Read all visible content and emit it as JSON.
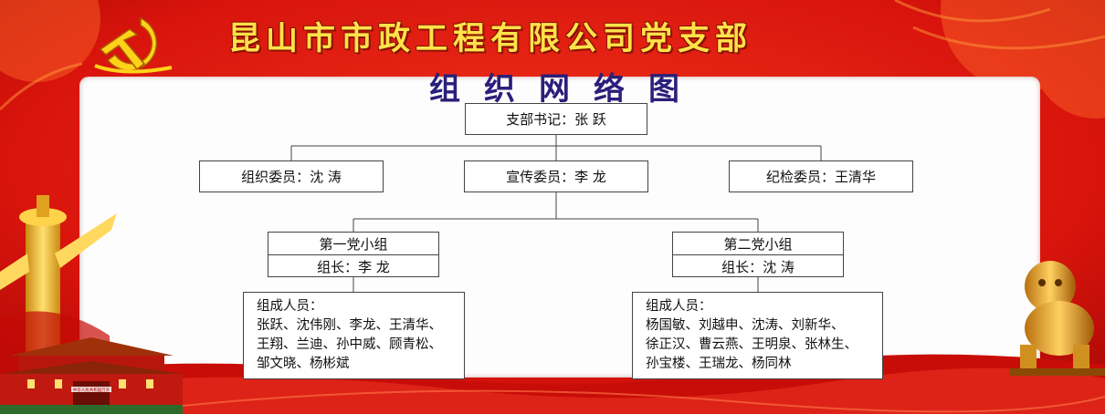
{
  "header": {
    "title": "昆山市市政工程有限公司党支部",
    "subtitle": "组织网络图"
  },
  "org": {
    "secretary": "支部书记：张  跃",
    "committee": [
      "组织委员：沈  涛",
      "宣传委员：李  龙",
      "纪检委员：王清华"
    ],
    "groups": [
      {
        "name": "第一党小组",
        "leader": "组长：李  龙",
        "members_label": "组成人员：",
        "member_lines": [
          "张跃、沈伟刚、李龙、王清华、",
          "王翔、兰迪、孙中威、顾青松、",
          "邹文晓、杨彬斌"
        ]
      },
      {
        "name": "第二党小组",
        "leader": "组长：沈  涛",
        "members_label": "组成人员：",
        "member_lines": [
          "杨国敏、刘越申、沈涛、刘新华、",
          "徐正汉、曹云燕、王明泉、张林生、",
          "孙宝楼、王瑞龙、杨同林"
        ]
      }
    ]
  },
  "decor": {
    "gate_banner": "中华人民共和国万岁"
  },
  "colors": {
    "background_red": "#d8140c",
    "title_yellow": "#ffe14a",
    "subtitle_navy": "#2b1f7a"
  },
  "icons": {
    "emblem": "party-emblem-icon",
    "pillar": "huabiao-pillar-icon",
    "gate": "tiananmen-gate-icon",
    "lion": "stone-lion-icon"
  }
}
